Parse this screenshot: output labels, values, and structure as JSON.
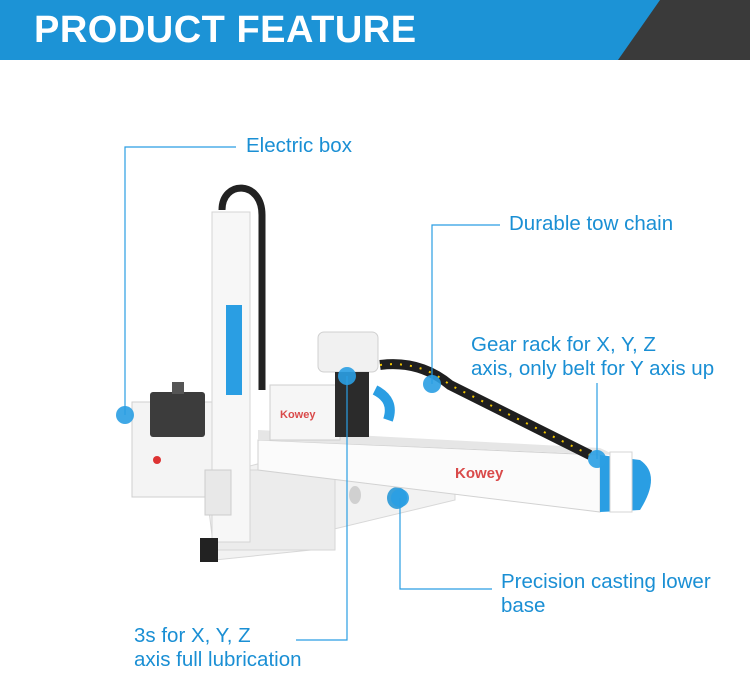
{
  "header": {
    "title": "PRODUCT FEATURE"
  },
  "colors": {
    "accent": "#1c93d6",
    "dark": "#3a3a3a",
    "machine_body": "#ffffff",
    "machine_accent": "#2a9ee3"
  },
  "machine": {
    "brand_marks": [
      "Kowey",
      "Kowey"
    ]
  },
  "features": [
    {
      "lines": [
        "Electric box"
      ]
    },
    {
      "lines": [
        "Durable tow chain"
      ]
    },
    {
      "lines": [
        "Gear rack for X, Y, Z",
        "axis, only belt for Y axis up"
      ]
    },
    {
      "lines": [
        "Precision casting lower",
        "base"
      ]
    },
    {
      "lines": [
        "3s for X, Y, Z",
        "axis full lubrication"
      ]
    }
  ]
}
